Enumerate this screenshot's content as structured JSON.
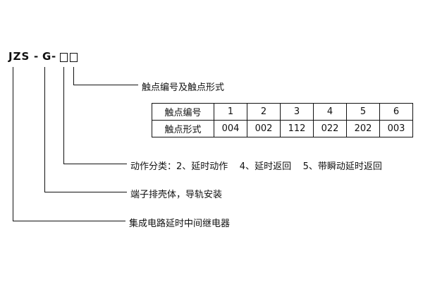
{
  "model": {
    "prefix": "JZS",
    "separator": "-",
    "letter": "G"
  },
  "labels": {
    "contact": "触点编号及触点形式",
    "action": "动作分类：2、延时动作    4、延时返回    5、带瞬动延时返回",
    "housing": "端子排壳体，导轨安装",
    "relay": "集成电路延时中间继电器"
  },
  "table": {
    "rows": [
      [
        "触点编号",
        "1",
        "2",
        "3",
        "4",
        "5",
        "6"
      ],
      [
        "触点形式",
        "004",
        "002",
        "112",
        "022",
        "202",
        "003"
      ]
    ]
  }
}
